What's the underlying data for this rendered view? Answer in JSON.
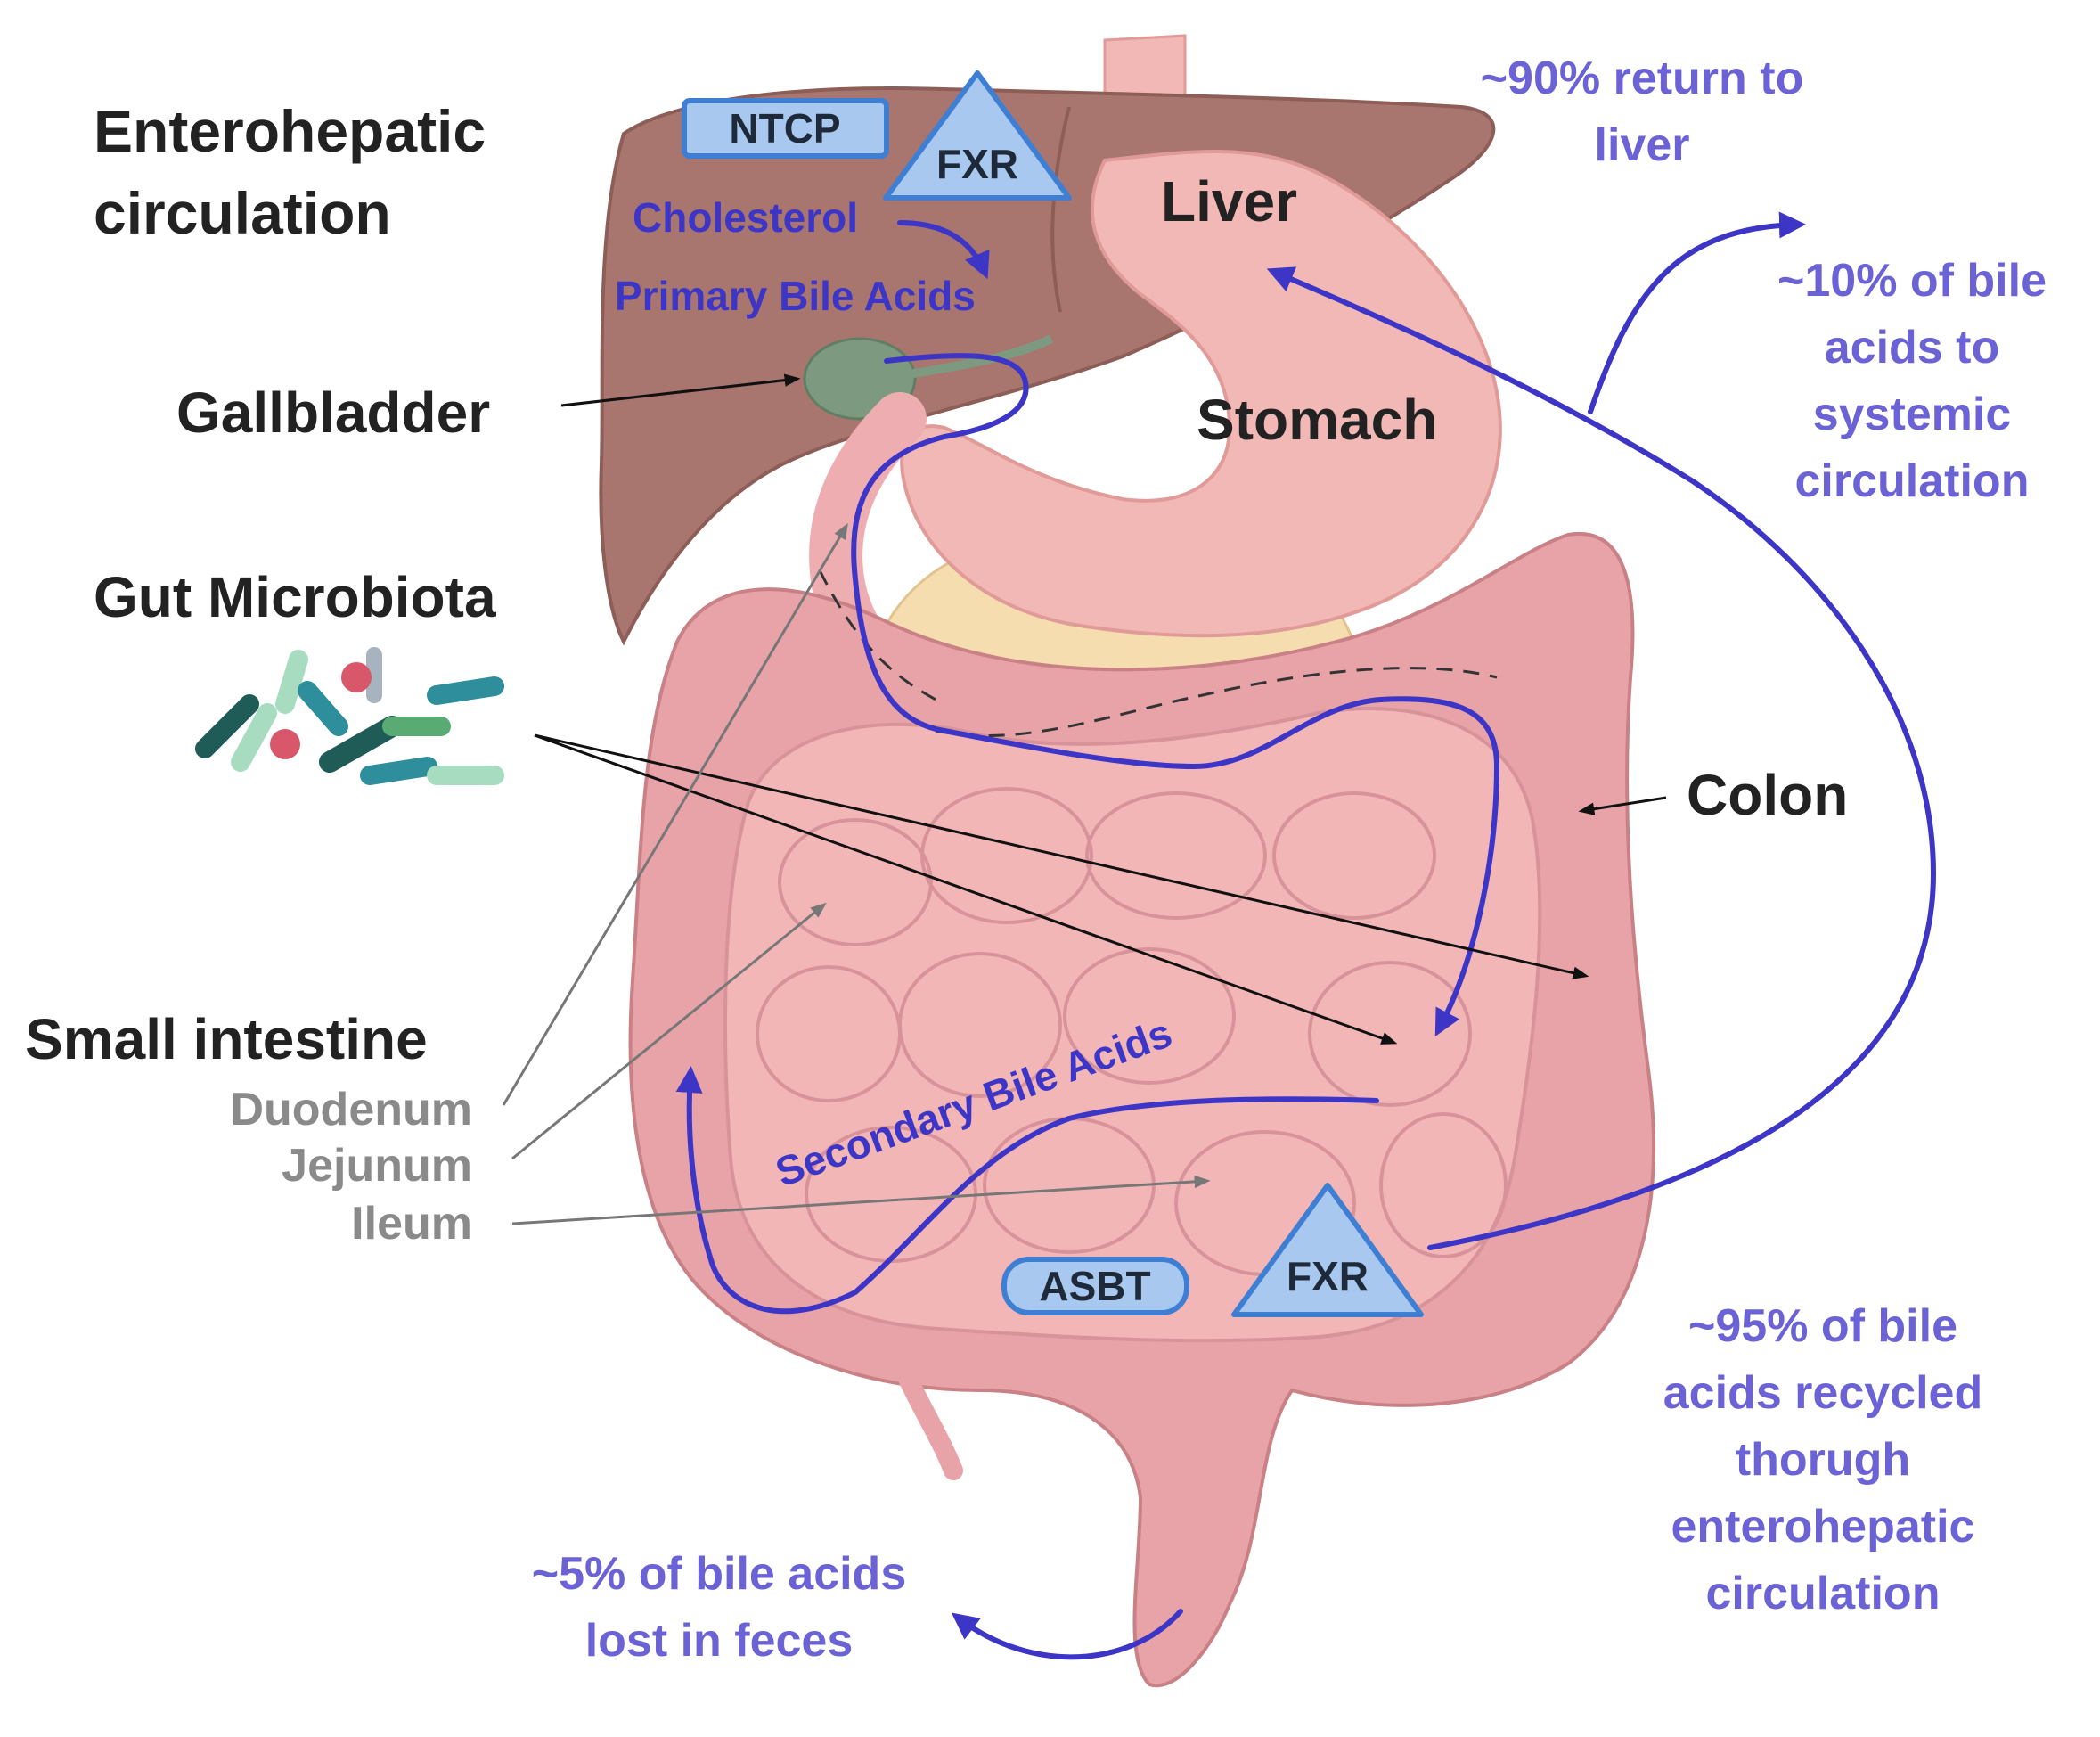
{
  "title": {
    "line1": "Enterohepatic",
    "line2": "circulation"
  },
  "organs": {
    "liver": "Liver",
    "stomach": "Stomach",
    "gallbladder": "Gallbladder",
    "colon": "Colon"
  },
  "microbiota": {
    "label": "Gut Microbiota"
  },
  "small_intestine": {
    "label": "Small intestine",
    "parts": [
      "Duodenum",
      "Jejunum",
      "Ileum"
    ]
  },
  "transporters": {
    "ntcp": "NTCP",
    "asbt": "ASBT",
    "fxr_liver": "FXR",
    "fxr_ileum": "FXR"
  },
  "flow": {
    "cholesterol": "Cholesterol",
    "primary": "Primary Bile Acids",
    "secondary": "Secondary Bile Acids"
  },
  "annotations": {
    "return_liver": [
      "~90% return to",
      "liver"
    ],
    "systemic": [
      "~10% of bile",
      "acids to",
      "systemic",
      "circulation"
    ],
    "recycled": [
      "~95% of bile",
      "acids recycled",
      "thorugh",
      "enterohepatic",
      "circulation"
    ],
    "feces": [
      "~5% of bile acids",
      "lost in feces"
    ]
  },
  "colors": {
    "flow_arrow": "#3d35c6",
    "annotation_text": "#6b62d6",
    "liver": "#a8766e",
    "stomach": "#f2b8b5",
    "intestine": "#e7a3a8",
    "gallbladder": "#7d9a80",
    "box_fill": "#a8c8ef",
    "box_border": "#3f7fd3"
  }
}
